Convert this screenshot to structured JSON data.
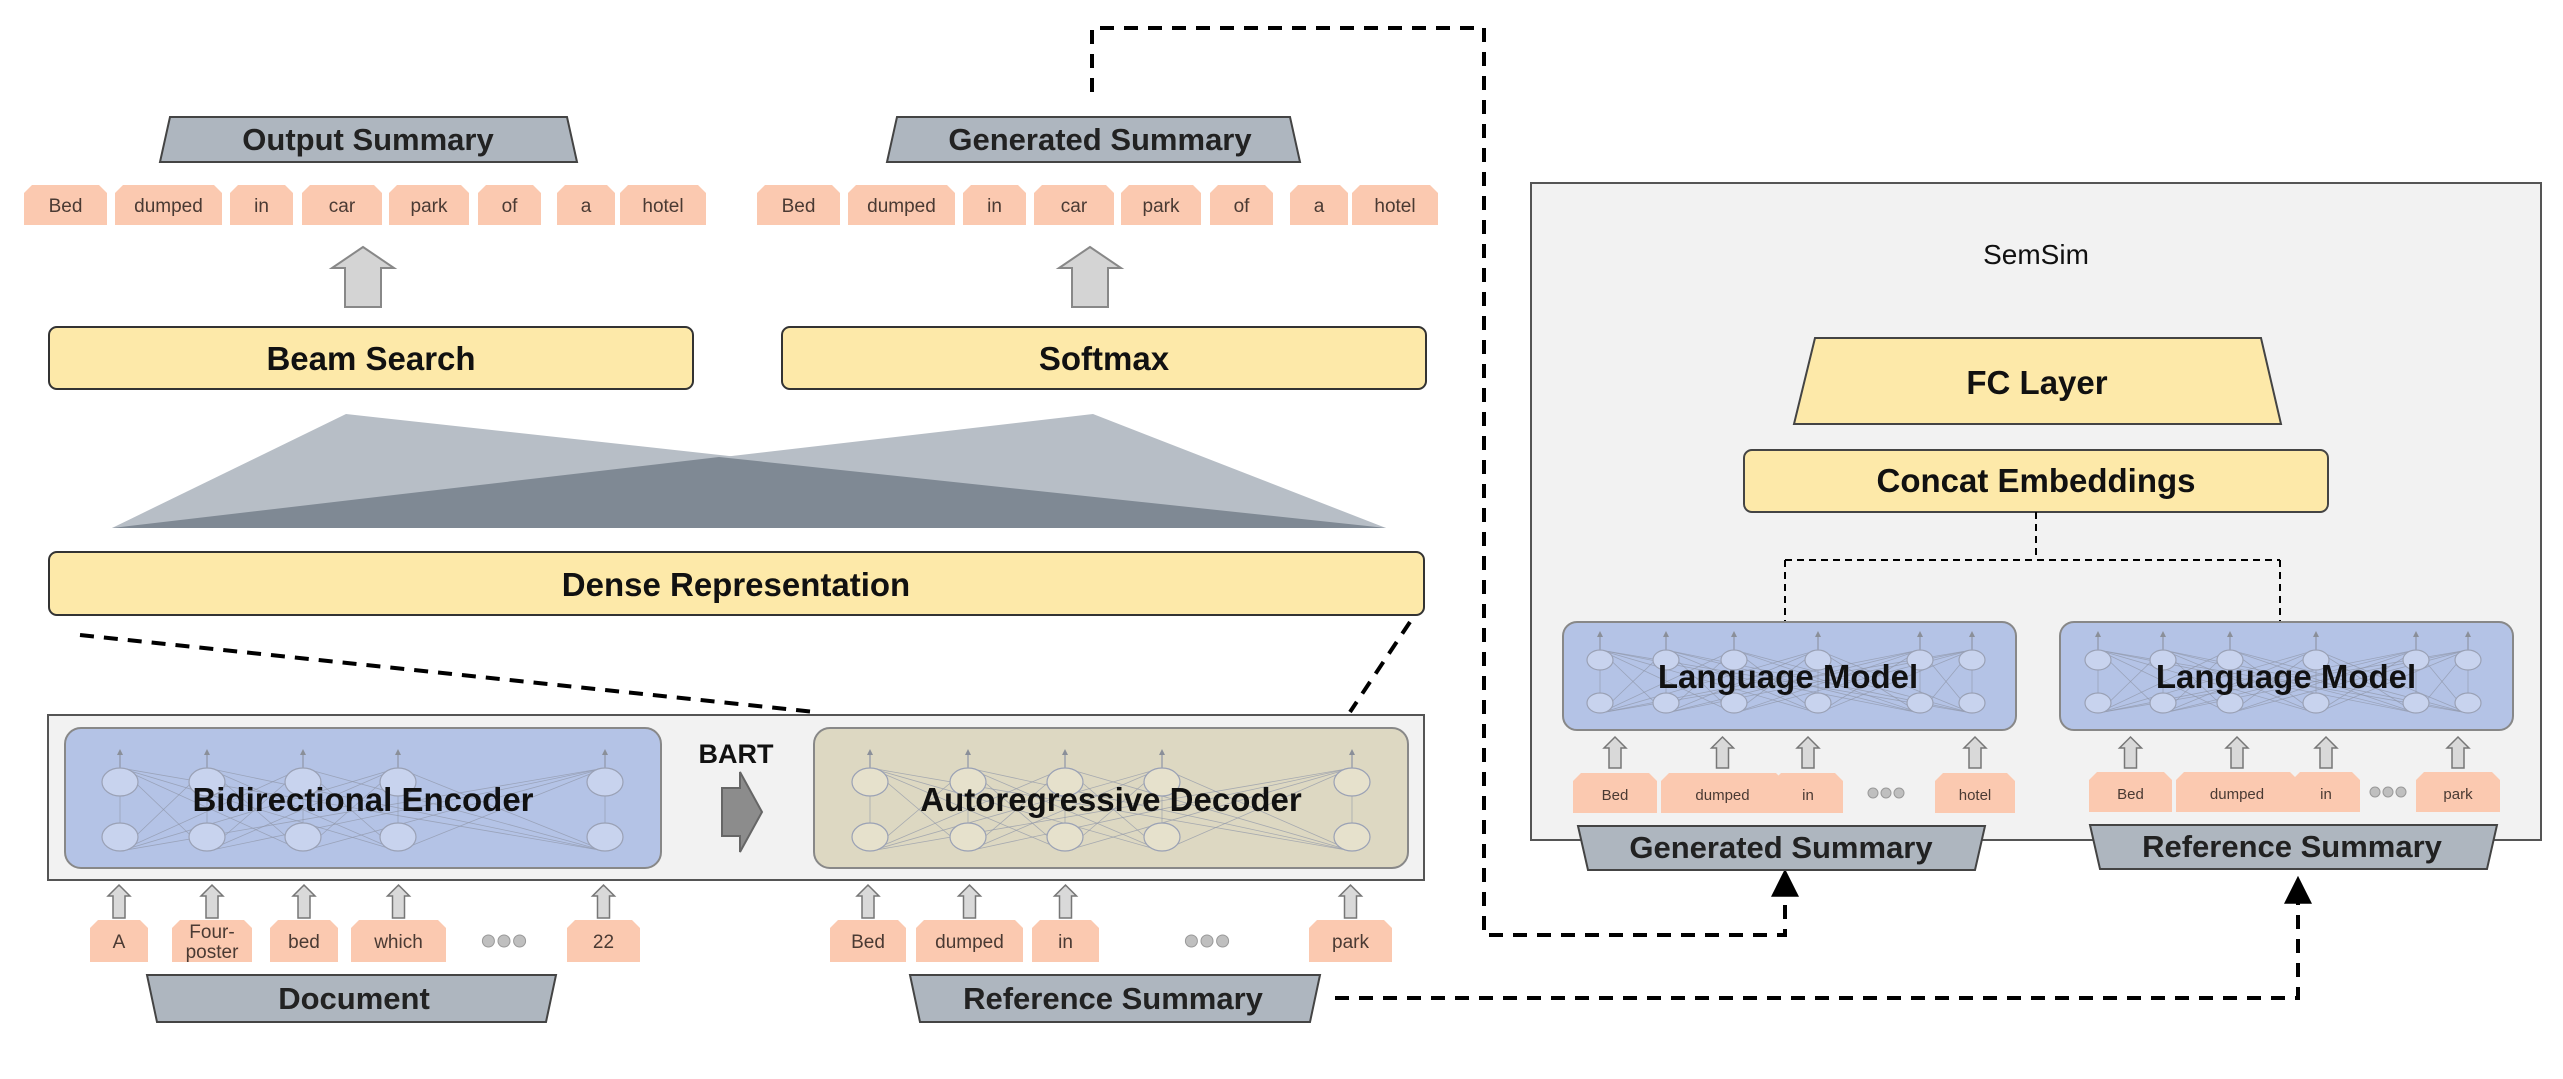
{
  "colors": {
    "token_fill": "#fbc9b0",
    "yellow_box": "#fde9a9",
    "label_gray": "#aeb6bf",
    "encoder_blue": "#b4c3e6",
    "decoder_beige": "#ddd8c2",
    "semsim_bg": "#f2f2f2",
    "arrow_gray": "#d4d4d4",
    "tri_light": "#b7bec6",
    "tri_dark": "#7f8994"
  },
  "icons": {
    "up_arrow": "up-arrow-icon",
    "big_arrow": "right-block-arrow-icon",
    "ellipsis": "ellipsis-dots-icon",
    "nn_layers": "neural-network-icon"
  },
  "left": {
    "output_summary": "Output Summary",
    "generated_summary": "Generated Summary",
    "output_tokens": [
      "Bed",
      "dumped",
      "in",
      "car",
      "park",
      "of",
      "a",
      "hotel"
    ],
    "generated_tokens": [
      "Bed",
      "dumped",
      "in",
      "car",
      "park",
      "of",
      "a",
      "hotel"
    ],
    "beam_search": "Beam Search",
    "softmax": "Softmax",
    "dense_representation": "Dense Representation",
    "bart": "BART",
    "encoder": "Bidirectional Encoder",
    "decoder": "Autoregressive Decoder",
    "document_tokens": [
      "A",
      "Four-",
      "poster",
      "bed",
      "which",
      "22"
    ],
    "reference_tokens": [
      "Bed",
      "dumped",
      "in",
      "park"
    ],
    "document": "Document",
    "reference_summary": "Reference Summary"
  },
  "semsim": {
    "title": "SemSim",
    "fc_layer": "FC Layer",
    "concat": "Concat Embeddings",
    "lm_left": "Language Model",
    "lm_right": "Language Model",
    "gen_tokens": [
      "Bed",
      "dumped",
      "in",
      "hotel"
    ],
    "ref_tokens": [
      "Bed",
      "dumped",
      "in",
      "park"
    ],
    "gen_label": "Generated Summary",
    "ref_label": "Reference Summary"
  }
}
